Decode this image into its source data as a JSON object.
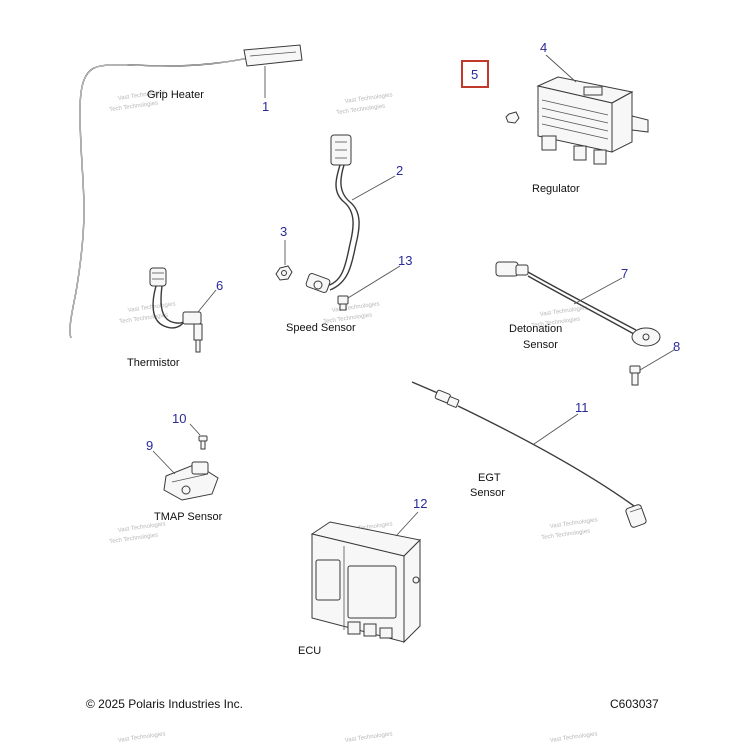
{
  "parts": [
    {
      "key": "grip_heater",
      "number": "1",
      "label": "Grip Heater"
    },
    {
      "key": "speed_sensor_harness",
      "number": "2",
      "label": ""
    },
    {
      "key": "nut",
      "number": "3",
      "label": ""
    },
    {
      "key": "regulator",
      "number": "4",
      "label": "Regulator"
    },
    {
      "key": "screw_regulator",
      "number": "5",
      "label": "",
      "highlighted": true
    },
    {
      "key": "thermistor",
      "number": "6",
      "label": "Thermistor"
    },
    {
      "key": "detonation_sensor",
      "number": "7",
      "label": "Detonation Sensor"
    },
    {
      "key": "bolt_detonation",
      "number": "8",
      "label": ""
    },
    {
      "key": "tmap_sensor",
      "number": "9",
      "label": "TMAP Sensor"
    },
    {
      "key": "screw_tmap",
      "number": "10",
      "label": ""
    },
    {
      "key": "egt_sensor",
      "number": "11",
      "label": "EGT Sensor"
    },
    {
      "key": "ecu",
      "number": "12",
      "label": "ECU"
    },
    {
      "key": "speed_sensor_bolt",
      "number": "13",
      "label": "Speed Sensor"
    }
  ],
  "labels": {
    "grip_heater": "Grip Heater",
    "regulator": "Regulator",
    "thermistor": "Thermistor",
    "speed_sensor": "Speed Sensor",
    "detonation_line1": "Detonation",
    "detonation_line2": "Sensor",
    "tmap_sensor": "TMAP Sensor",
    "egt_line1": "EGT",
    "egt_line2": "Sensor",
    "ecu": "ECU"
  },
  "footer": {
    "copyright": "© 2025 Polaris Industries Inc.",
    "diagram_id": "C603037"
  },
  "watermark": {
    "line1": "Vast Technologies",
    "line2": "Tech Technologies"
  },
  "colors": {
    "callout_number": "#2a2a9a",
    "highlight_box": "#c0392b",
    "line_art": "#3a3a3a"
  }
}
